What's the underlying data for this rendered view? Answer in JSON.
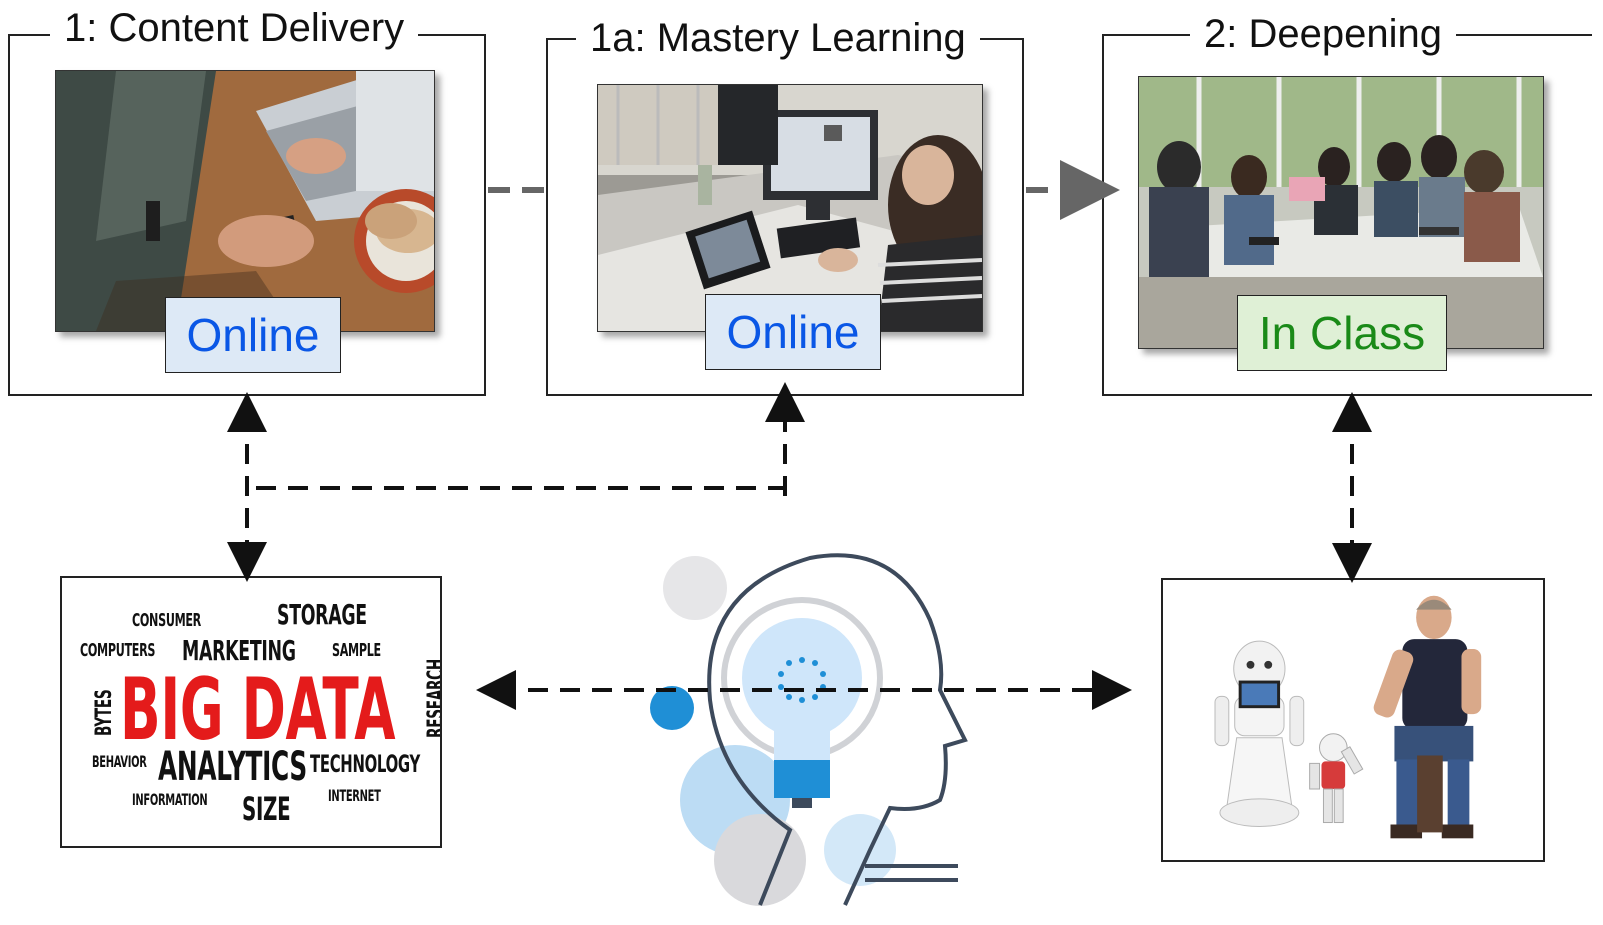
{
  "stages": [
    {
      "id": "stage-1",
      "title": "1: Content Delivery",
      "tag": "Online",
      "tag_kind": "online"
    },
    {
      "id": "stage-1a",
      "title": "1a: Mastery Learning",
      "tag": "Online",
      "tag_kind": "online"
    },
    {
      "id": "stage-2",
      "title": "2: Deepening",
      "tag": "In Class",
      "tag_kind": "inclass"
    }
  ],
  "word_cloud": {
    "center": "BIG DATA",
    "words": [
      "CONSUMER",
      "STORAGE",
      "COMPUTERS",
      "MARKETING",
      "SAMPLE",
      "RESEARCH",
      "BYTES",
      "BEHAVIOR",
      "ANALYTICS",
      "TECHNOLOGY",
      "INFORMATION",
      "SIZE",
      "INTERNET"
    ]
  },
  "colors": {
    "online_text": "#0a57e6",
    "online_bg": "#dde9f6",
    "inclass_text": "#1a8a18",
    "inclass_bg": "#dff0d6",
    "big_data_red": "#e41b1b",
    "gray_arrow": "#666666",
    "ai_head_blue": "#1f8fd6"
  },
  "icons": [
    "laptop-coffee-photo",
    "lab-computer-tablet-photo",
    "classroom-group-photo",
    "ai-head-lightbulb-icon",
    "robots-and-teacher-photo"
  ]
}
